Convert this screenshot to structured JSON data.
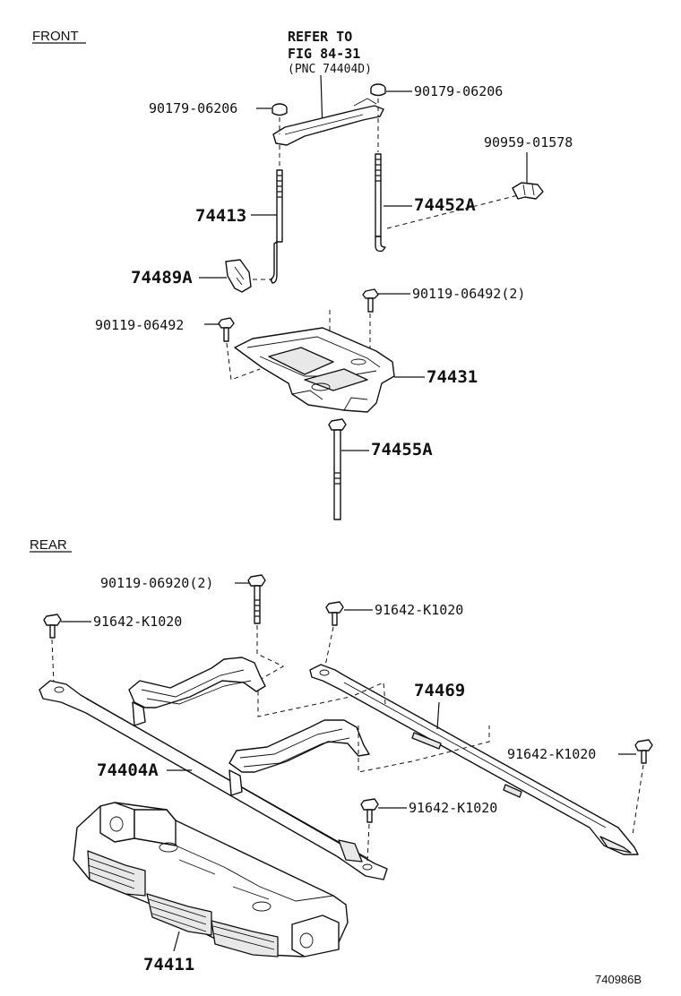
{
  "sections": {
    "front": "FRONT",
    "rear": "REAR"
  },
  "reference": {
    "line1": "REFER TO",
    "line2": "FIG 84-31",
    "line3": "(PNC 74404D)"
  },
  "callouts": {
    "nut_left": "90179-06206",
    "nut_right": "90179-06206",
    "clamp": "90959-01578",
    "rod_left": "74413",
    "rod_right": "74452A",
    "clip": "74489A",
    "bolt_right_2": "90119-06492(2)",
    "bolt_left": "90119-06492",
    "tray": "74431",
    "long_bolt": "74455A",
    "bolt_rear_2": "90119-06920(2)",
    "bolt_rear_left": "91642-K1020",
    "bolt_rear_top": "91642-K1020",
    "bracket_right": "74469",
    "bolt_rear_right": "91642-K1020",
    "bracket_left": "74404A",
    "bolt_rear_mid": "91642-K1020",
    "battery_carrier": "74411"
  },
  "diagram_code": "740986B"
}
